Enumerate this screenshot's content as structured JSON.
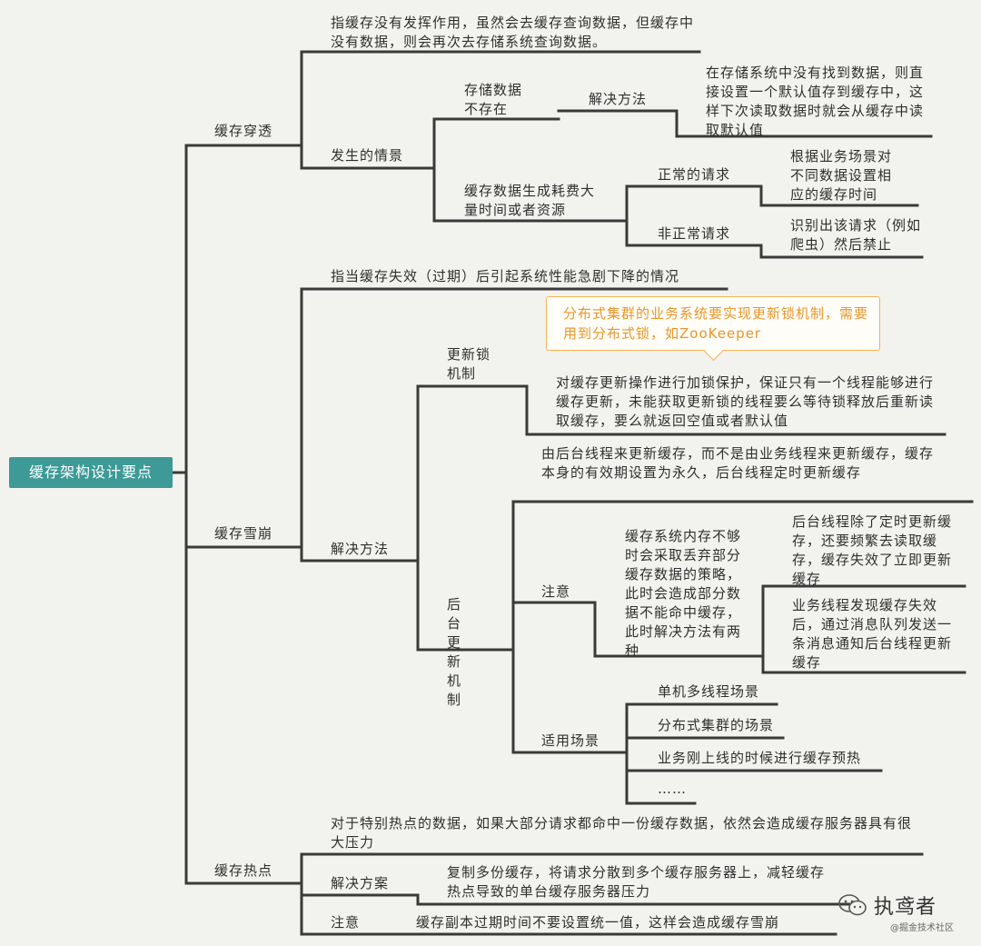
{
  "root": "缓存架构设计要点",
  "penetration": {
    "title": "缓存穿透",
    "definition": "指缓存没有发挥作用，虽然会去缓存查询数据，但缓存中没有数据，则会再次去存储系统查询数据。",
    "scenario": "发生的情景",
    "case_no_data": "存储数据不存在",
    "solution": "解决方法",
    "solution_text": "在存储系统中没有找到数据，则直接设置一个默认值存到缓存中，这样下次读取数据时就会从缓存中读取默认值",
    "case_costly": "缓存数据生成耗费大量时间或者资源",
    "normal_request": "正常的请求",
    "normal_text": "根据业务场景对不同数据设置相应的缓存时间",
    "abnormal_request": "非正常请求",
    "abnormal_text": "识别出该请求（例如爬虫）然后禁止"
  },
  "avalanche": {
    "title": "缓存雪崩",
    "definition": "指当缓存失效（过期）后引起系统性能急剧下降的情况",
    "solution": "解决方法",
    "callout": "分布式集群的业务系统要实现更新锁机制，需要用到分布式锁，如ZooKeeper",
    "lock": "更新锁机制",
    "lock_text": "对缓存更新操作进行加锁保护，保证只有一个线程能够进行缓存更新，未能获取更新锁的线程要么等待锁释放后重新读取缓存，要么就返回空值或者默认值",
    "bg": "后台更新机制",
    "bg_text": "由后台线程来更新缓存，而不是由业务线程来更新缓存，缓存本身的有效期设置为永久，后台线程定时更新缓存",
    "note": "注意",
    "note_text": "缓存系统内存不够时会采取丢弃部分缓存数据的策略，此时会造成部分数据不能命中缓存，此时解决方法有两种",
    "note_opt1": "后台线程除了定时更新缓存，还要频繁去读取缓存，缓存失效了立即更新缓存",
    "note_opt2": "业务线程发现缓存失效后，通过消息队列发送一条消息通知后台线程更新缓存",
    "scenes": "适用场景",
    "scene_items": [
      "单机多线程场景",
      "分布式集群的场景",
      "业务刚上线的时候进行缓存预热",
      "……"
    ]
  },
  "hotspot": {
    "title": "缓存热点",
    "definition": "对于特别热点的数据，如果大部分请求都命中一份缓存数据，依然会造成缓存服务器具有很大压力",
    "solution": "解决方案",
    "solution_text": "复制多份缓存，将请求分散到多个缓存服务器上，减轻缓存热点导致的单台缓存服务器压力",
    "note": "注意",
    "note_text": "缓存副本过期时间不要设置统一值，这样会造成缓存雪崩"
  },
  "watermark": {
    "name": "执鸢者",
    "sub": "@掘金技术社区"
  },
  "colors": {
    "line": "#3a3a3a",
    "root_bg": "#3d9a96",
    "callout_border": "#f4b358",
    "callout_text": "#e7962a"
  }
}
